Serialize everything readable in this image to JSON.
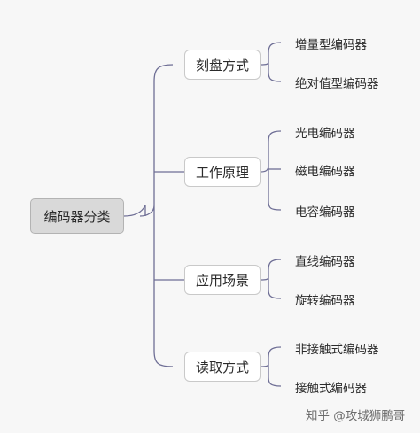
{
  "root": {
    "label": "编码器分类"
  },
  "branches": [
    {
      "label": "刻盘方式",
      "children": [
        "增量型编码器",
        "绝对值型编码器"
      ]
    },
    {
      "label": "工作原理",
      "children": [
        "光电编码器",
        "磁电编码器",
        "电容编码器"
      ]
    },
    {
      "label": "应用场景",
      "children": [
        "直线编码器",
        "旋转编码器"
      ]
    },
    {
      "label": "读取方式",
      "children": [
        "非接触式编码器",
        "接触式编码器"
      ]
    }
  ],
  "colors": {
    "connector": "#6e6e95",
    "root_fill": "#d9d9d9",
    "branch_fill": "#ffffff"
  },
  "watermark": "知乎 @攻城狮鹏哥"
}
